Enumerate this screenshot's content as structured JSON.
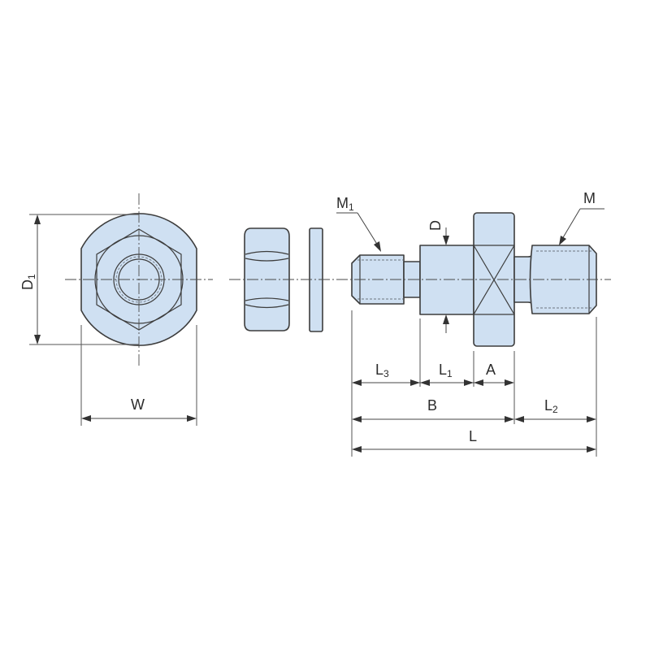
{
  "labels": {
    "D1": {
      "main": "D",
      "sub": "1"
    },
    "W": {
      "main": "W"
    },
    "M1": {
      "main": "M",
      "sub": "1"
    },
    "M": {
      "main": "M"
    },
    "D": {
      "main": "D"
    },
    "L3": {
      "main": "L",
      "sub": "3"
    },
    "L1": {
      "main": "L",
      "sub": "1"
    },
    "A": {
      "main": "A"
    },
    "B": {
      "main": "B"
    },
    "L2": {
      "main": "L",
      "sub": "2"
    },
    "L": {
      "main": "L"
    }
  },
  "colors": {
    "part_fill": "#cfe0f2",
    "outline": "#3d3d3d",
    "background": "#ffffff"
  }
}
